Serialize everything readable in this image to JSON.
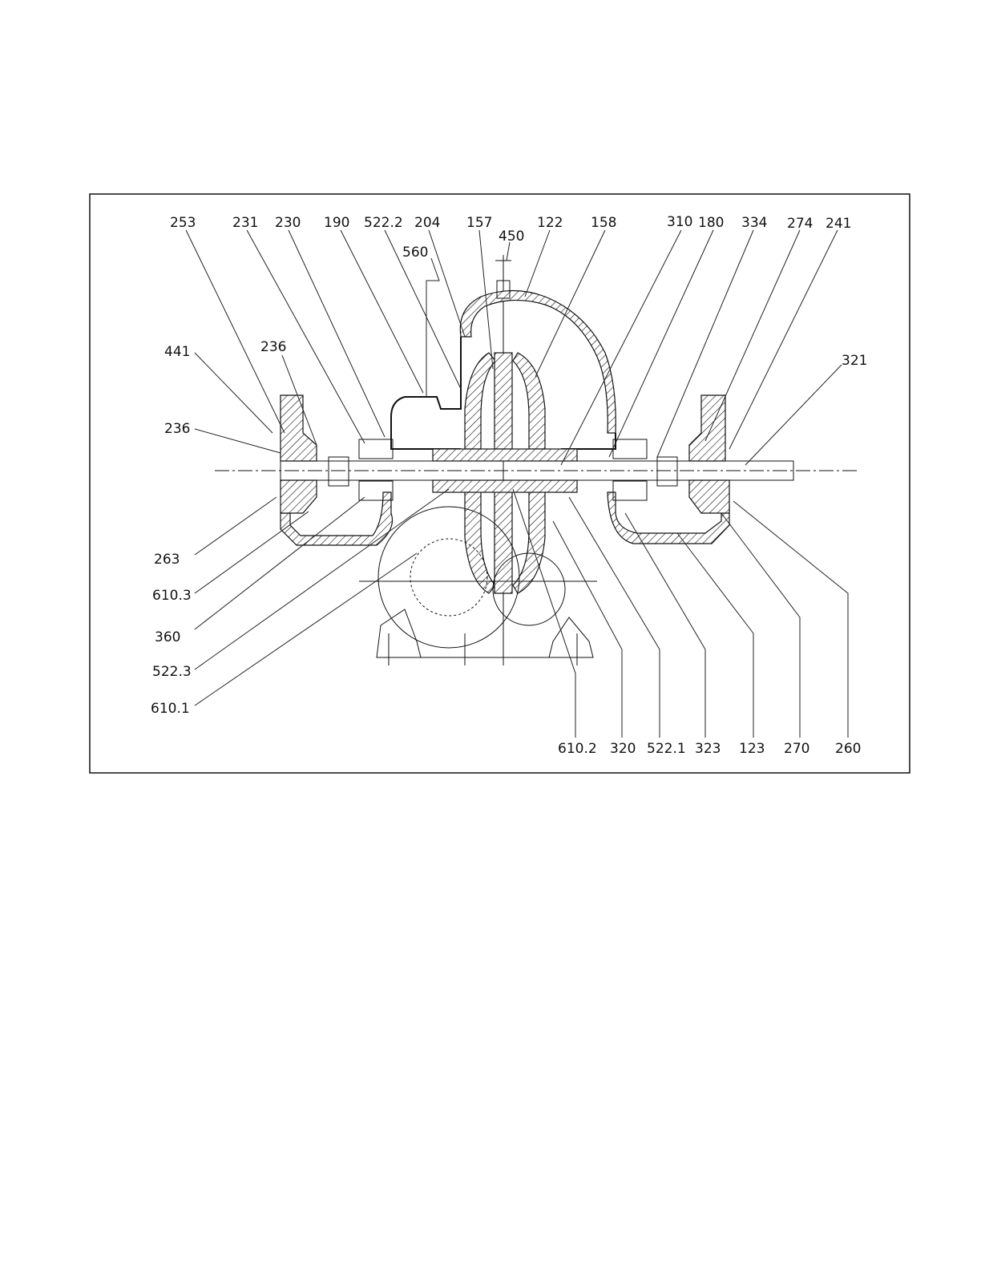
{
  "drawing": {
    "labels_top": [
      "253",
      "231",
      "230",
      "190",
      "522.2",
      "204",
      "157",
      "450",
      "122",
      "158",
      "310",
      "180",
      "334",
      "274",
      "241"
    ],
    "label_560": "560",
    "labels_left": [
      "441",
      "236",
      "236",
      "263",
      "610.3",
      "360",
      "522.3",
      "610.1"
    ],
    "label_321": "321",
    "labels_bottom": [
      "610.2",
      "320",
      "522.1",
      "323",
      "123",
      "270",
      "260"
    ]
  }
}
